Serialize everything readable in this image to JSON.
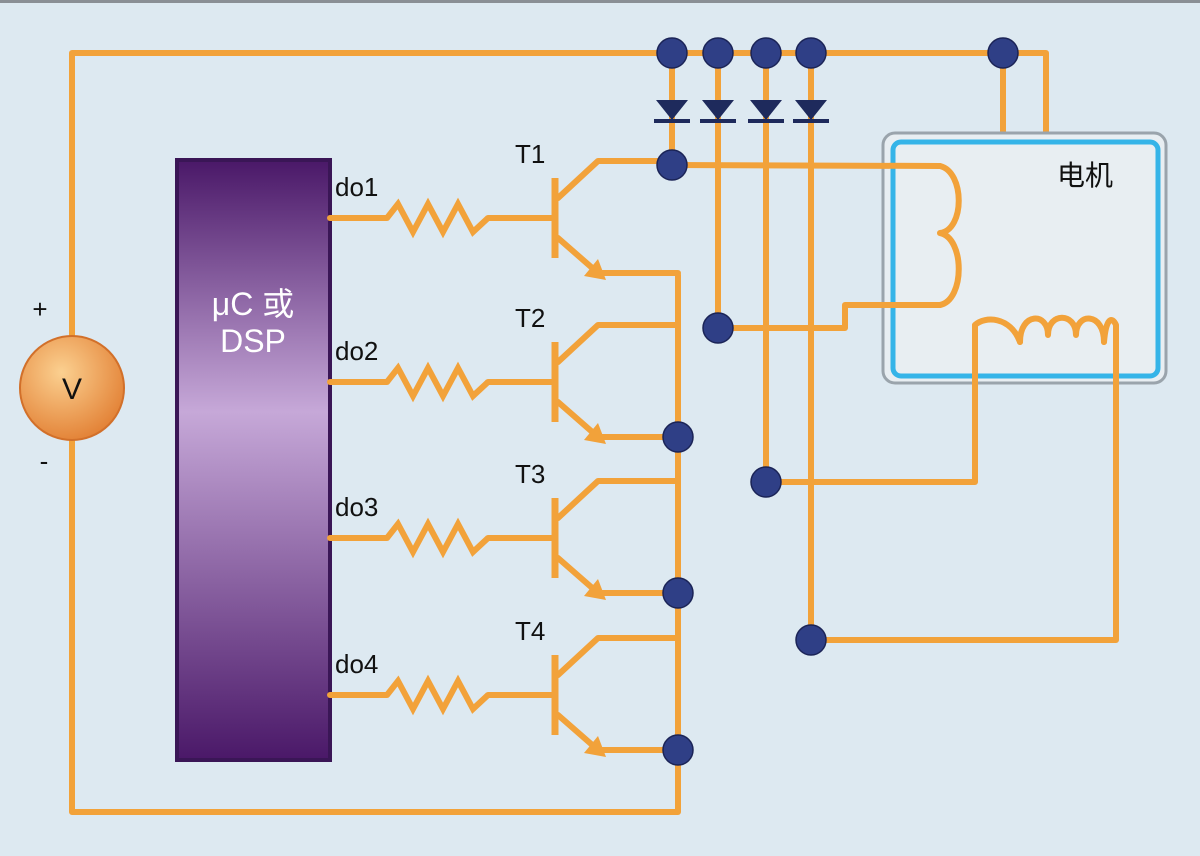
{
  "controller": {
    "line1": "μC 或",
    "line2": "DSP"
  },
  "motor": {
    "label": "电机"
  },
  "supply": {
    "label": "V",
    "plus": "+",
    "minus": "-"
  },
  "outputs": [
    "do1",
    "do2",
    "do3",
    "do4"
  ],
  "transistors": [
    "T1",
    "T2",
    "T3",
    "T4"
  ],
  "colors": {
    "background": "#dde9f1",
    "wire": "#f2a23a",
    "node": "#2f3f86",
    "controller": "#5a2a7c",
    "motor_frame": "#35b4e8",
    "supply": "#f0924a"
  }
}
